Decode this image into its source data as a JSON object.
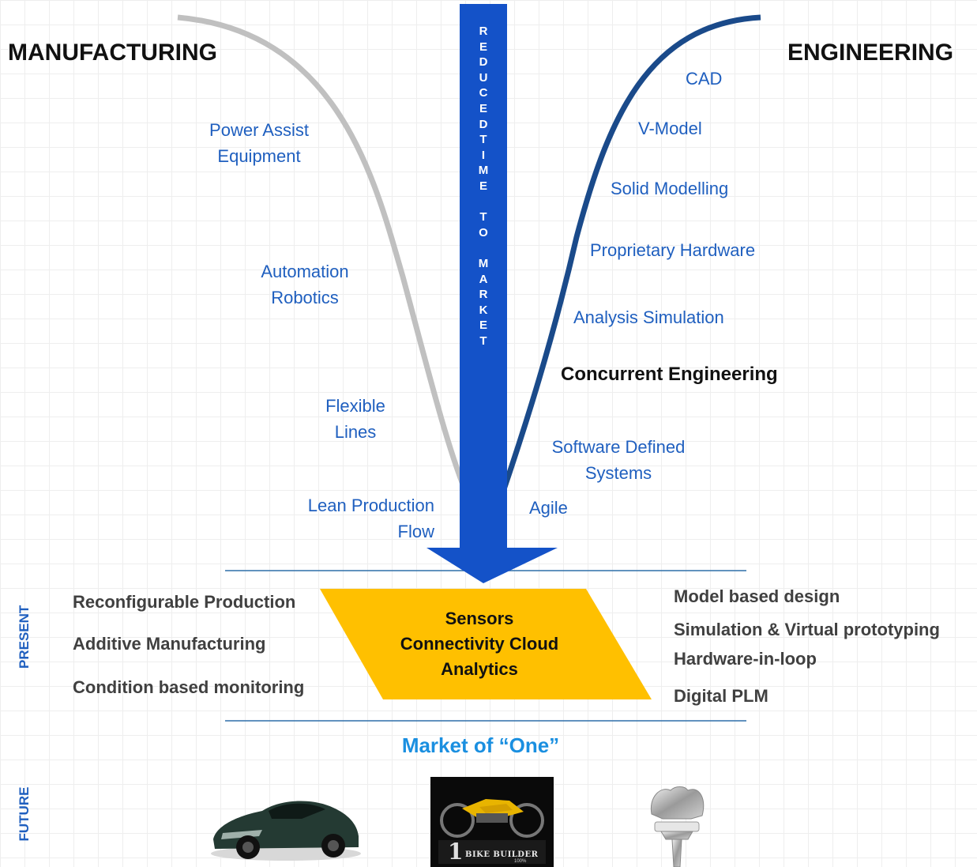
{
  "headings": {
    "left": "MANUFACTURING",
    "right": "ENGINEERING"
  },
  "arrow": {
    "letters": [
      "R",
      "E",
      "D",
      "U",
      "C",
      "E",
      "D",
      "T",
      "I",
      "M",
      "E",
      "",
      "T",
      "O",
      "",
      "M",
      "A",
      "R",
      "K",
      "E",
      "T"
    ]
  },
  "manufacturing_items": [
    {
      "text": "Power Assist\nEquipment"
    },
    {
      "text": "Automation\nRobotics"
    },
    {
      "text": "Flexible\nLines"
    },
    {
      "text": "Lean Production\nFlow"
    }
  ],
  "engineering_items": [
    {
      "text": "CAD"
    },
    {
      "text": "V-Model"
    },
    {
      "text": "Solid Modelling"
    },
    {
      "text": "Proprietary Hardware"
    },
    {
      "text": "Analysis Simulation"
    },
    {
      "text": "Concurrent Engineering"
    },
    {
      "text": "Software Defined\nSystems"
    },
    {
      "text": "Agile"
    }
  ],
  "present": {
    "label": "PRESENT",
    "left_items": [
      "Reconfigurable Production",
      "Additive Manufacturing",
      "Condition based monitoring"
    ],
    "center_lines": [
      "Sensors",
      "Connectivity Cloud",
      "Analytics"
    ],
    "right_items": [
      "Model based design",
      "Simulation & Virtual prototyping",
      "Hardware-in-loop",
      "Digital PLM"
    ]
  },
  "future": {
    "label": "FUTURE",
    "market_title": "Market of “One”",
    "bike_logo_text": "BIKE BUILDER",
    "bike_logo_sub": "100%"
  },
  "colors": {
    "manufacturing_curve": "#c0c0c0",
    "engineering_curve": "#1a4a8a",
    "arrow": "#1452c8",
    "center_shape": "#ffc000",
    "label_blue": "#1f5fbf",
    "market_blue": "#1a8fe0"
  }
}
